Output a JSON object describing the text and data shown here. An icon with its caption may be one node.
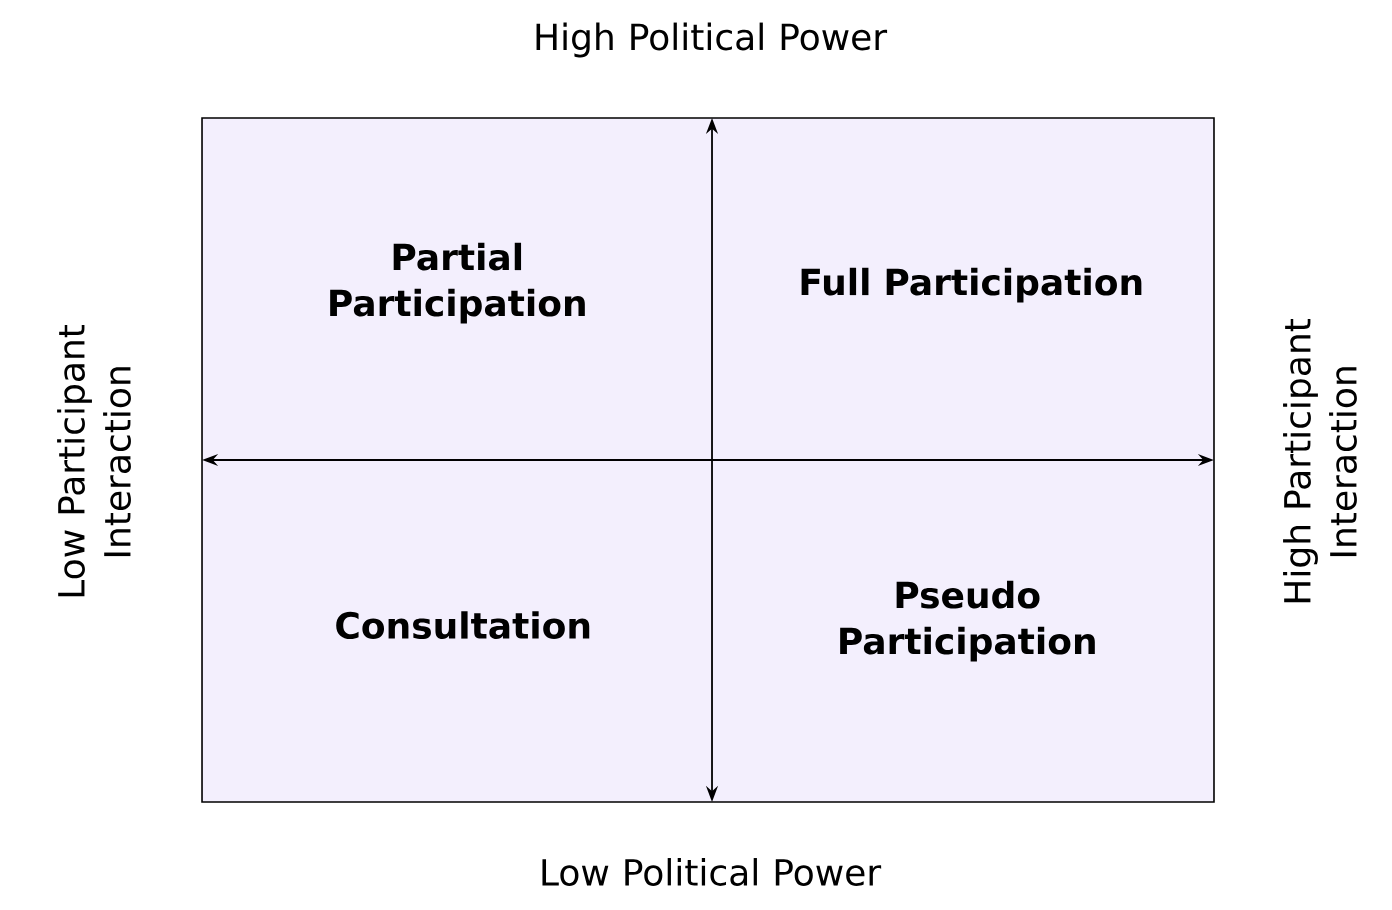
{
  "diagram": {
    "nodes": [
      {
        "text": [],
        "shape": "box"
      },
      {
        "text": [
          "Partial Participation"
        ],
        "in": 0
      },
      {
        "text": [
          "Full Participation"
        ],
        "in": 0
      },
      {
        "text": [
          "Consultation"
        ],
        "in": 0
      },
      {
        "text": [
          "Pseudo Participation"
        ],
        "in": 0
      }
    ],
    "labels": [
      "High Political Power",
      "Low Participant Interaction",
      "High Participant Interaction",
      "Low Political Power"
    ]
  }
}
